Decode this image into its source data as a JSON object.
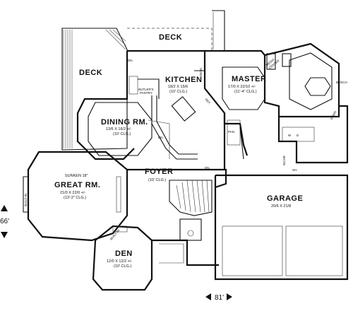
{
  "rooms": {
    "deck_top": "DECK",
    "deck_left": "DECK",
    "kitchen": {
      "name": "KITCHEN",
      "size": "18/2 X 15/6",
      "clg": "(10' CLG.)"
    },
    "master": {
      "name": "MASTER",
      "size": "17/0 X 22/10 +/-",
      "clg": "(11'-4\" CLG.)"
    },
    "dining": {
      "name": "DINING RM.",
      "size": "13/6 X 16/2 +/-",
      "clg": "(10' CLG.)"
    },
    "foyer": {
      "name": "FOYER",
      "clg": "(10' CLG.)"
    },
    "great": {
      "sunken": "SUNKEN 18\"",
      "name": "GREAT RM.",
      "size": "21/0 X 22/0 +/-",
      "clg": "(13'-2\" CLG.)"
    },
    "garage": {
      "name": "GARAGE",
      "size": "20/6 X 21/8"
    },
    "den": {
      "name": "DEN",
      "size": "12/0 X 12/2 +/-",
      "clg": "(10' CLG.)"
    }
  },
  "small_labels": {
    "dn_deck": "DN.",
    "dn_dining": "DN.",
    "dn_foyer": "DN.",
    "butlers": "BUTLER'S",
    "pantry": "PANTRY",
    "desk": "DESK",
    "ref": "REF.",
    "pan": "PAN.",
    "media": "MEDIA",
    "center": "CENTER",
    "bench": "BENCH",
    "shwr": "SHWR",
    "w": "W",
    "d": "D",
    "niche": "NICHE",
    "sh": "SH.",
    "built_in_great": "BUILT-IN",
    "built_in_den": "BUILT-IN"
  },
  "dimensions": {
    "width": "81'",
    "depth": "66'"
  }
}
